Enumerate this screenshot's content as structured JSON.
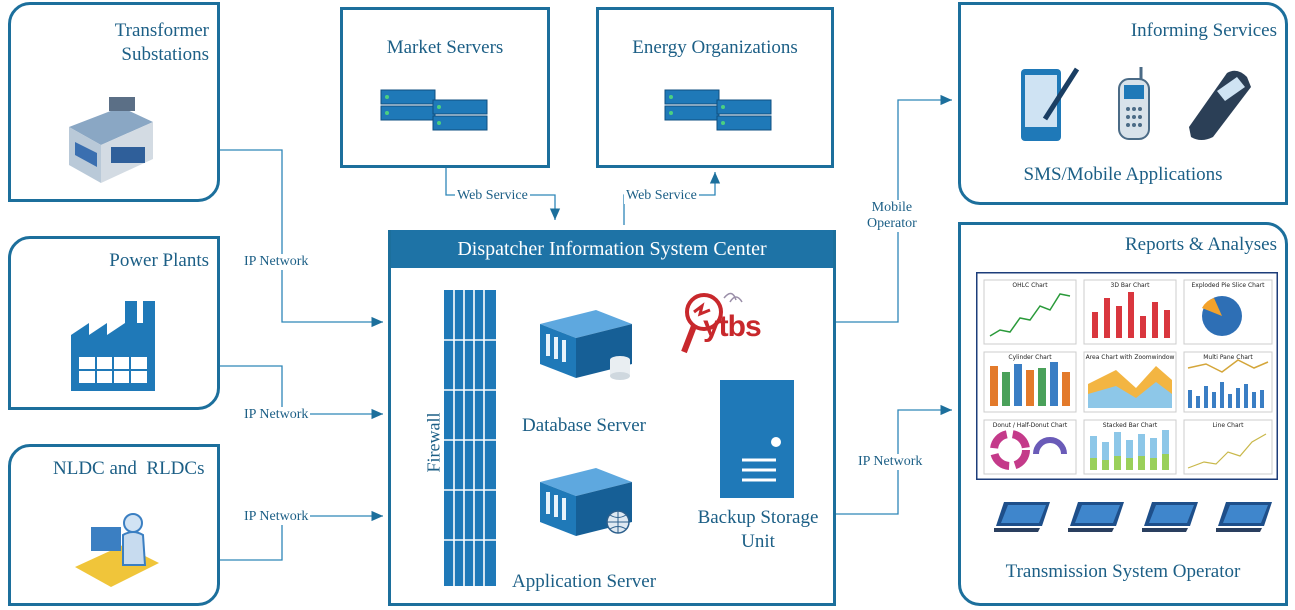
{
  "boxes": {
    "transformer": "Transformer\nSubstations",
    "power_plants": "Power Plants",
    "nldc": "NLDC and  RLDCs",
    "market": "Market Servers",
    "energy": "Energy Organizations",
    "informing": "Informing Services",
    "sms": "SMS/Mobile Applications",
    "reports": "Reports & Analyses",
    "tso": "Transmission System Operator"
  },
  "center": {
    "header": "Dispatcher Information System Center",
    "firewall": "Firewall",
    "database": "Database Server",
    "application": "Application Server",
    "backup": "Backup Storage\nUnit",
    "logo": "ytbs"
  },
  "links": {
    "ip1": "IP Network",
    "ip2": "IP Network",
    "ip3": "IP Network",
    "ip4": "IP Network",
    "ws1": "Web Service",
    "ws2": "Web Service",
    "mobile": "Mobile\nOperator"
  },
  "charts": {
    "c1": "OHLC Chart",
    "c2": "3D Bar Chart",
    "c3": "Exploded Pie Slice Chart",
    "c4": "Cylinder Chart",
    "c5": "Area Chart with Zoomwindow",
    "c6": "Multi Pane Chart",
    "c7": "Donut / Half-Donut Chart",
    "c8": "Stacked Bar Chart",
    "c9": "Line Chart"
  },
  "colors": {
    "primary": "#1c6f9c",
    "header_bg": "#1e73a6"
  }
}
